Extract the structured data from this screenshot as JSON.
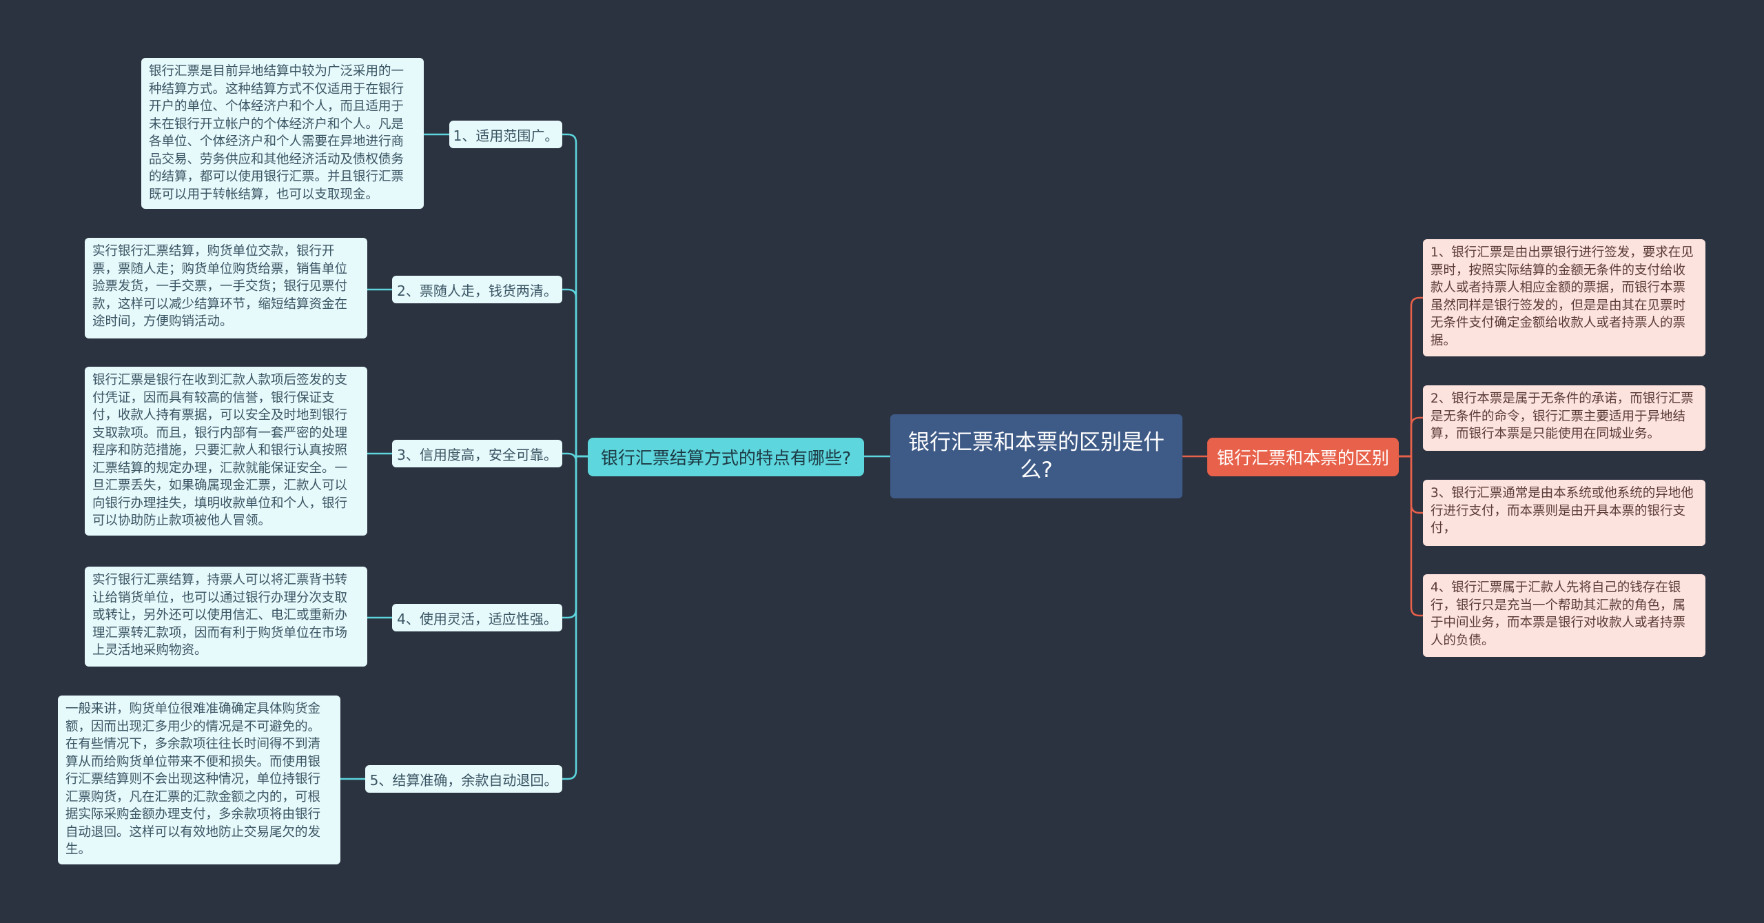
{
  "central_topic": "银行汇票和本票的区别是什么?",
  "left_branch": {
    "title": "银行汇票结算方式的特点有哪些?",
    "items": [
      {
        "label": "1、适用范围广。",
        "detail": "银行汇票是目前异地结算中较为广泛采用的一种结算方式。这种结算方式不仅适用于在银行开户的单位、个体经济户和个人，而且适用于未在银行开立帐户的个体经济户和个人。凡是各单位、个体经济户和个人需要在异地进行商品交易、劳务供应和其他经济活动及债权债务的结算，都可以使用银行汇票。并且银行汇票既可以用于转帐结算，也可以支取现金。"
      },
      {
        "label": "2、票随人走，钱货两清。",
        "detail": "实行银行汇票结算，购货单位交款，银行开票，票随人走；购货单位购货给票，销售单位验票发货，一手交票，一手交货；银行见票付款，这样可以减少结算环节，缩短结算资金在途时间，方便购销活动。"
      },
      {
        "label": "3、信用度高，安全可靠。",
        "detail": "银行汇票是银行在收到汇款人款项后签发的支付凭证，因而具有较高的信誉，银行保证支付，收款人持有票据，可以安全及时地到银行支取款项。而且，银行内部有一套严密的处理程序和防范措施，只要汇款人和银行认真按照汇票结算的规定办理，汇款就能保证安全。一旦汇票丢失，如果确属现金汇票，汇款人可以向银行办理挂失，填明收款单位和个人，银行可以协助防止款项被他人冒领。"
      },
      {
        "label": "4、使用灵活，适应性强。",
        "detail": "实行银行汇票结算，持票人可以将汇票背书转让给销货单位，也可以通过银行办理分次支取或转让，另外还可以使用信汇、电汇或重新办理汇票转汇款项，因而有利于购货单位在市场上灵活地采购物资。"
      },
      {
        "label": "5、结算准确，余款自动退回。",
        "detail": "一般来讲，购货单位很难准确确定具体购货金额，因而出现汇多用少的情况是不可避免的。在有些情况下，多余款项往往长时间得不到清算从而给购货单位带来不便和损失。而使用银行汇票结算则不会出现这种情况，单位持银行汇票购货，凡在汇票的汇款金额之内的，可根据实际采购金额办理支付，多余款项将由银行自动退回。这样可以有效地防止交易尾欠的发生。"
      }
    ]
  },
  "right_branch": {
    "title": "银行汇票和本票的区别",
    "items": [
      "1、银行汇票是由出票银行进行签发，要求在见票时，按照实际结算的金额无条件的支付给收款人或者持票人相应金额的票据，而银行本票虽然同样是银行签发的，但是是由其在见票时无条件支付确定金额给收款人或者持票人的票据。",
      "2、银行本票是属于无条件的承诺，而银行汇票是无条件的命令，银行汇票主要适用于异地结算，而银行本票是只能使用在同城业务。",
      "3、银行汇票通常是由本系统或他系统的异地他行进行支付，而本票则是由开具本票的银行支付，",
      "4、银行汇票属于汇款人先将自己的钱存在银行，银行只是充当一个帮助其汇款的角色，属于中间业务，而本票是银行对收款人或者持票人的负债。"
    ]
  },
  "colors": {
    "background": "#2b3240",
    "central": "#3e5a86",
    "left_main": "#5dd6dd",
    "left_line": "#5dd6dd",
    "left_card": "#e6f9fb",
    "right_main": "#e8614a",
    "right_line": "#e8614a",
    "right_card": "#fde3de"
  }
}
